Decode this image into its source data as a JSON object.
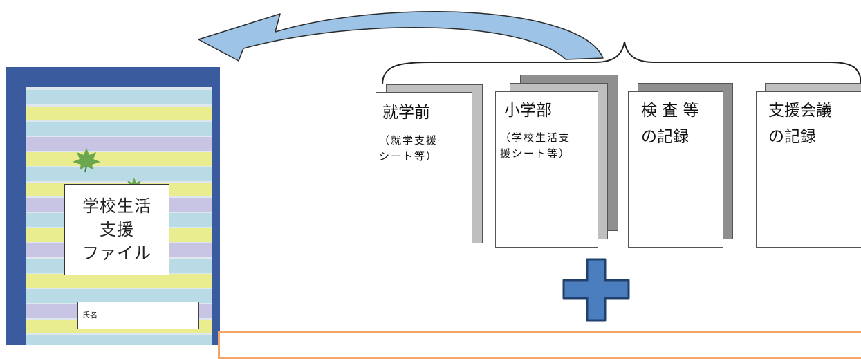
{
  "cover": {
    "title": "学校生活\n支援\nファイル",
    "name_label": "氏名"
  },
  "documents": [
    {
      "title": "就学前",
      "subtitle": "（就学支援\nシート等）"
    },
    {
      "title": "小学部",
      "subtitle": "（学校生活支\n援シート等）"
    },
    {
      "title": "検 査 等\nの記録",
      "subtitle": ""
    },
    {
      "title": "支援会議\nの記録",
      "subtitle": ""
    }
  ],
  "colors": {
    "arrow": "#9dc3e6",
    "plus": "#4a7ebf",
    "binder": "#3a5b9d",
    "orange_box": "#f4a56a"
  }
}
